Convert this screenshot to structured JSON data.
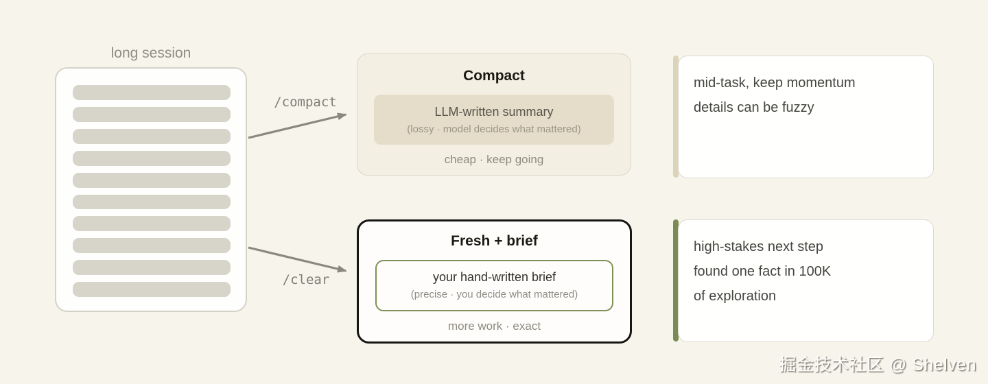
{
  "session": {
    "label": "long session",
    "line_count": 10
  },
  "arrows": {
    "compact": {
      "label": "/compact",
      "color": "#8b897f"
    },
    "clear": {
      "label": "/clear",
      "color": "#8b897f"
    }
  },
  "compact_box": {
    "title": "Compact",
    "chip_title": "LLM-written summary",
    "chip_note": "(lossy · model decides what mattered)",
    "footer": "cheap · keep going",
    "chip_bg": "#e5ddc9"
  },
  "fresh_box": {
    "title": "Fresh + brief",
    "chip_title": "your hand-written brief",
    "chip_note": "(precise · you decide what mattered)",
    "footer": "more work · exact",
    "chip_border": "#7f9156"
  },
  "notes": [
    {
      "accent": "#ddd3b9",
      "lines": [
        "mid-task, keep momentum",
        "details can be fuzzy"
      ]
    },
    {
      "accent": "#7a8b56",
      "lines": [
        "high-stakes next step",
        "found one fact in 100K",
        "of exploration"
      ]
    }
  ],
  "watermark": "掘金技术社区 @ Shelven"
}
